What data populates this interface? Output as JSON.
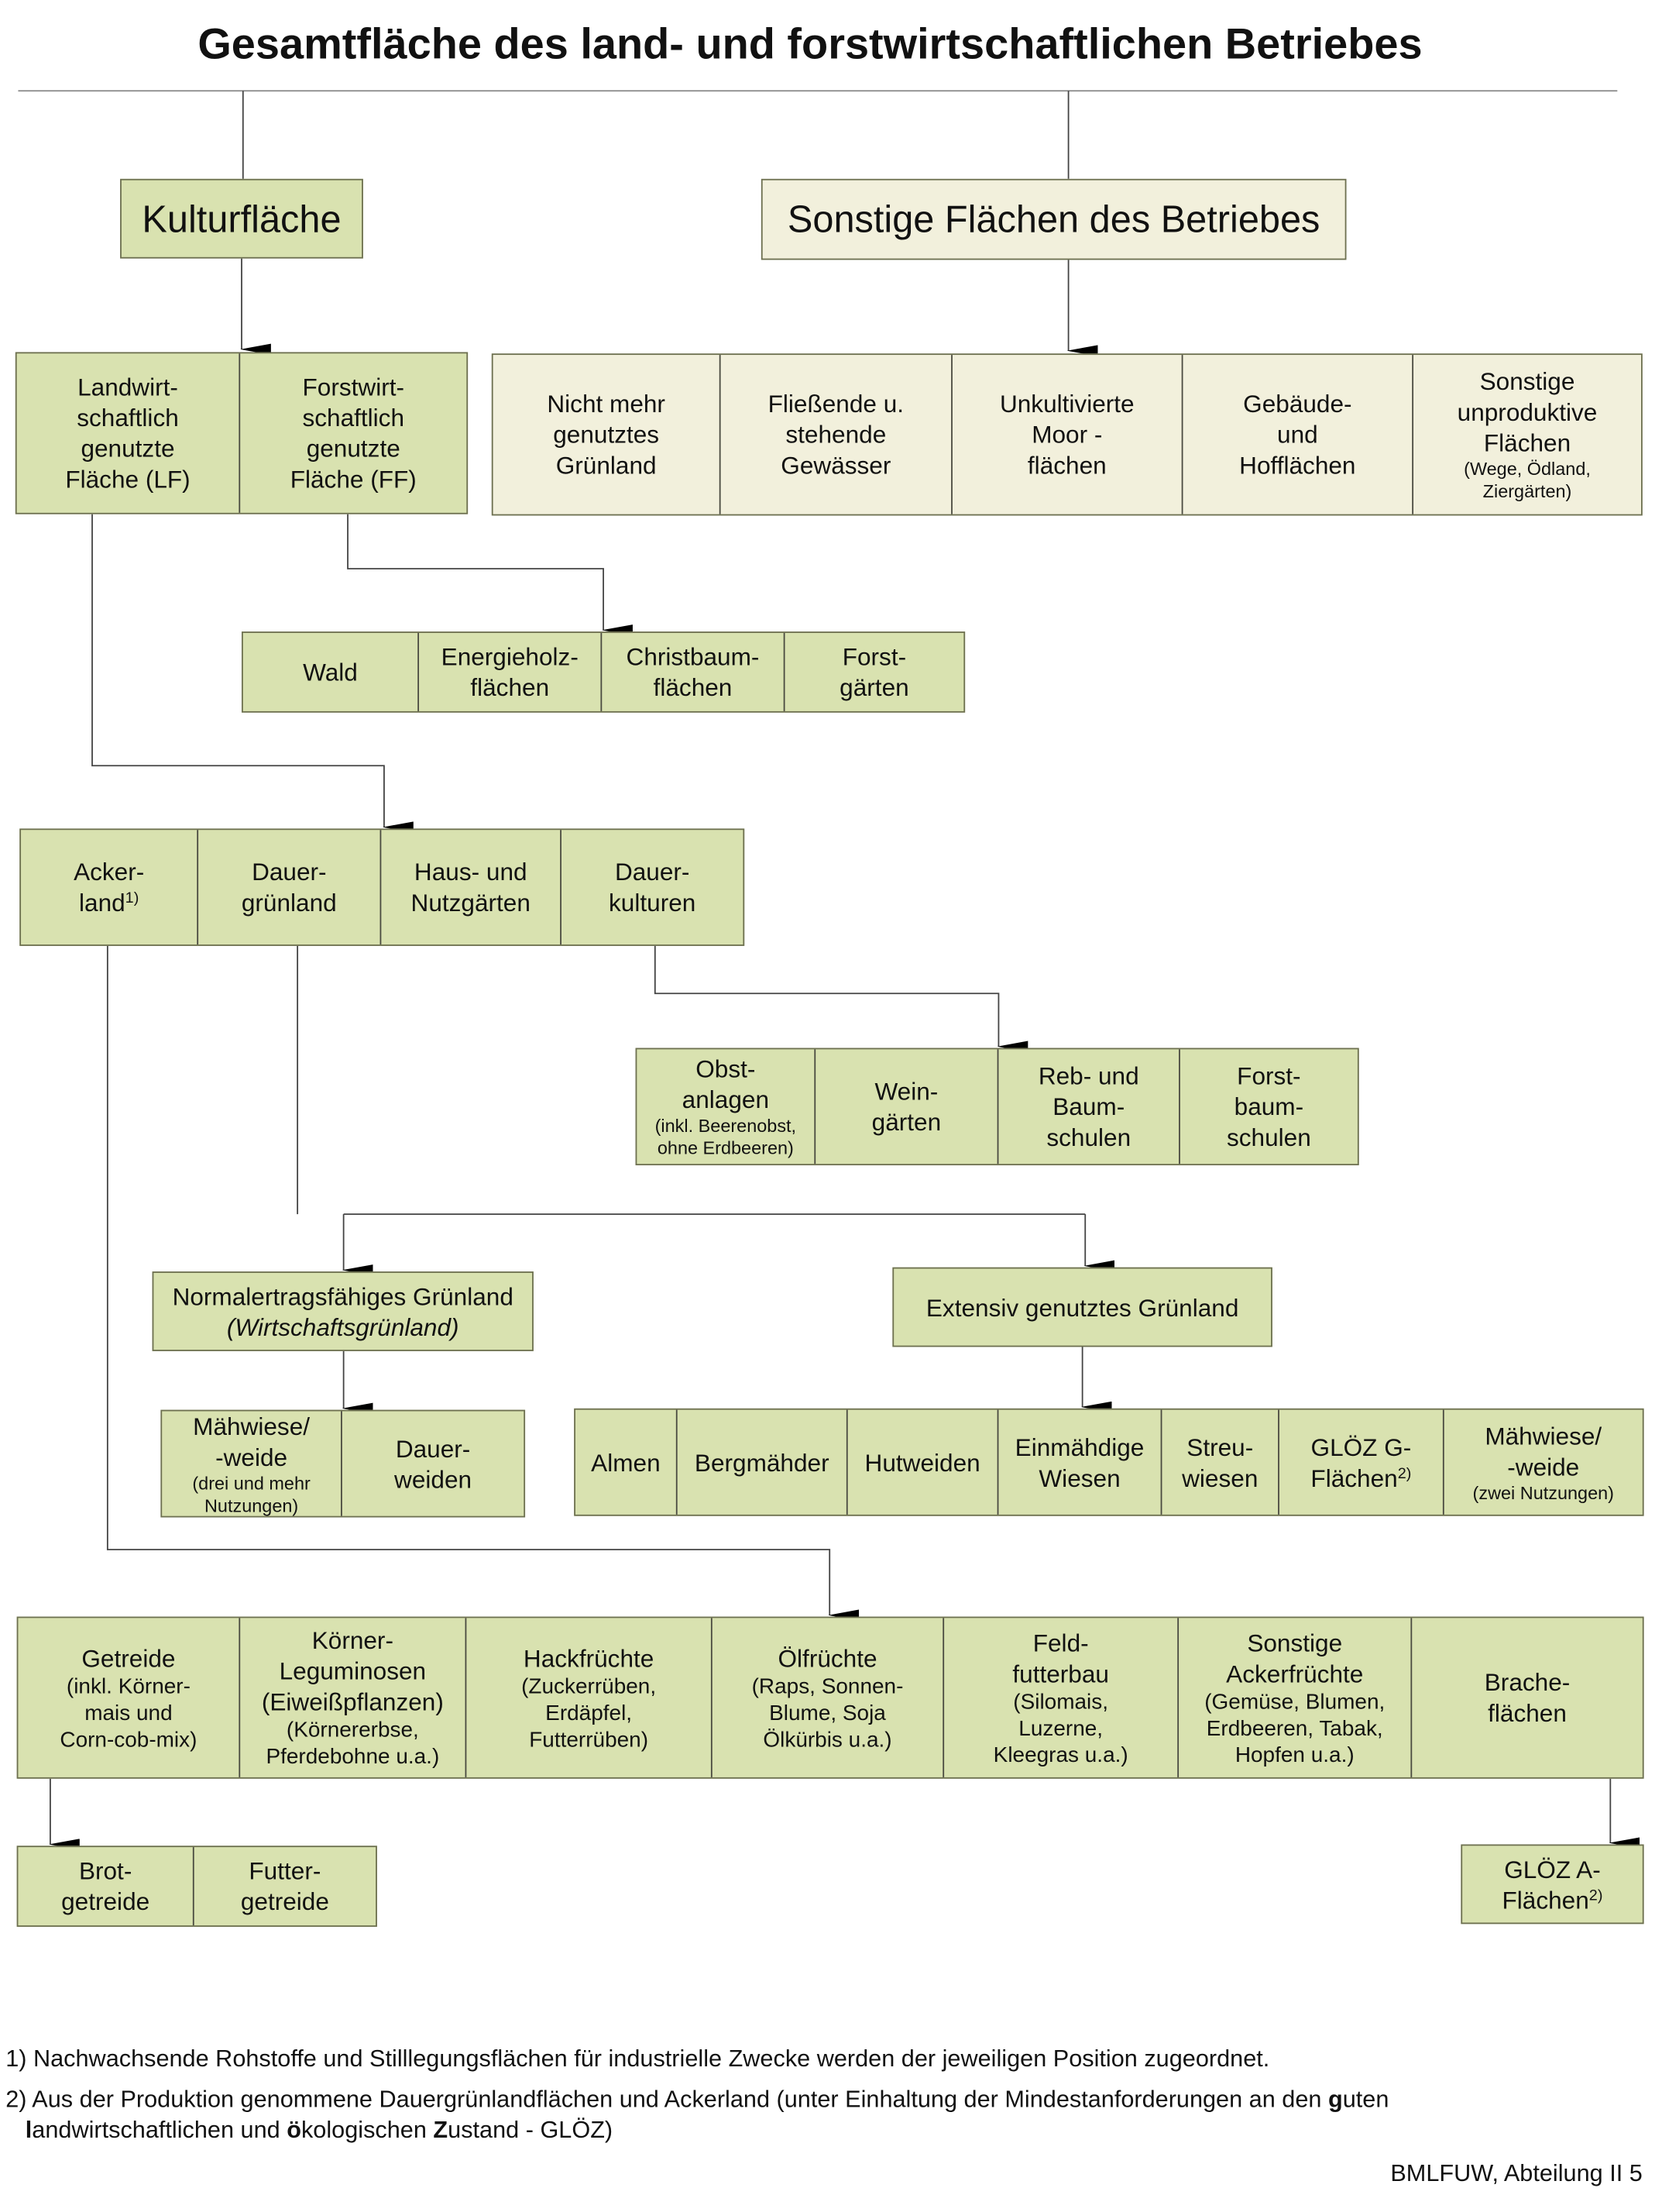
{
  "title": "Gesamtfläche des land- und forstwirtschaftlichen Betriebes",
  "colors": {
    "green": "#d9e2b0",
    "beige": "#f2f0dc",
    "border": "#6d7050"
  },
  "boxes": {
    "kultur": [
      {
        "lines": [
          "Kulturfläche"
        ]
      }
    ],
    "sonstige_betrieb": [
      {
        "lines": [
          "Sonstige Flächen des Betriebes"
        ]
      }
    ],
    "lf_ff": [
      {
        "lines": [
          "Landwirt-",
          "schaftlich",
          "genutzte",
          "Fläche (LF)"
        ]
      },
      {
        "lines": [
          "Forstwirt-",
          "schaftlich",
          "genutzte",
          "Fläche (FF)"
        ]
      }
    ],
    "sonstige_cells": [
      {
        "lines": [
          "Nicht mehr",
          "genutztes",
          "Grünland"
        ]
      },
      {
        "lines": [
          "Fließende u.",
          "stehende",
          "Gewässer"
        ]
      },
      {
        "lines": [
          "Unkultivierte",
          "Moor  -",
          "flächen"
        ]
      },
      {
        "lines": [
          "Gebäude-",
          "und",
          "Hofflächen"
        ]
      },
      {
        "lines": [
          "Sonstige",
          "unproduktive",
          "Flächen"
        ],
        "small": [
          "(Wege, Ödland,",
          "Ziergärten)"
        ]
      }
    ],
    "forst": [
      {
        "lines": [
          "Wald"
        ]
      },
      {
        "lines": [
          "Energieholz-",
          "flächen"
        ]
      },
      {
        "lines": [
          "Christbaum-",
          "flächen"
        ]
      },
      {
        "lines": [
          "Forst-",
          "gärten"
        ]
      }
    ],
    "lf_types": [
      {
        "lines": [
          "Acker-",
          "land"
        ],
        "sup": "1)"
      },
      {
        "lines": [
          "Dauer-",
          "grünland"
        ]
      },
      {
        "lines": [
          "Haus- und",
          "Nutzgärten"
        ]
      },
      {
        "lines": [
          "Dauer-",
          "kulturen"
        ]
      }
    ],
    "dauerkulturen": [
      {
        "lines": [
          "Obst-",
          "anlagen"
        ],
        "small": [
          "(inkl. Beerenobst,",
          "ohne Erdbeeren)"
        ]
      },
      {
        "lines": [
          "Wein-",
          "gärten"
        ]
      },
      {
        "lines": [
          "Reb- und",
          "Baum-",
          "schulen"
        ]
      },
      {
        "lines": [
          "Forst-",
          "baum-",
          "schulen"
        ]
      }
    ],
    "normal": [
      {
        "lines": [
          "Normalertragsfähiges Grünland"
        ],
        "italic": [
          "(Wirtschaftsgrünland)"
        ]
      }
    ],
    "extensiv": [
      {
        "lines": [
          "Extensiv genutztes Grünland"
        ]
      }
    ],
    "normal_types": [
      {
        "lines": [
          "Mähwiese/",
          "-weide"
        ],
        "small": [
          "(drei und mehr",
          "Nutzungen)"
        ]
      },
      {
        "lines": [
          "Dauer-",
          "weiden"
        ]
      }
    ],
    "extensiv_types": [
      {
        "lines": [
          "Almen"
        ]
      },
      {
        "lines": [
          "Bergmähder"
        ]
      },
      {
        "lines": [
          "Hutweiden"
        ]
      },
      {
        "lines": [
          "Einmähdige",
          "Wiesen"
        ]
      },
      {
        "lines": [
          "Streu-",
          "wiesen"
        ]
      },
      {
        "lines": [
          "GLÖZ G-",
          "Flächen"
        ],
        "sup": "2)"
      },
      {
        "lines": [
          "Mähwiese/",
          "-weide"
        ],
        "small": [
          "(zwei Nutzungen)"
        ]
      }
    ],
    "acker_types": [
      {
        "lines": [
          "Getreide"
        ],
        "note": [
          "(inkl. Körner-",
          "mais und",
          "Corn-cob-mix)"
        ]
      },
      {
        "lines": [
          "Körner-",
          "Leguminosen",
          "(Eiweißpflanzen)"
        ],
        "note": [
          "(Körnererbse,",
          "Pferdebohne u.a.)"
        ]
      },
      {
        "lines": [
          "Hackfrüchte"
        ],
        "note": [
          "(Zuckerrüben,",
          "Erdäpfel,",
          "Futterrüben)"
        ]
      },
      {
        "lines": [
          "Ölfrüchte"
        ],
        "note": [
          "(Raps, Sonnen-",
          "Blume, Soja",
          "Ölkürbis u.a.)"
        ]
      },
      {
        "lines": [
          "Feld-",
          "futterbau"
        ],
        "note": [
          "(Silomais,",
          "Luzerne,",
          "Kleegras u.a.)"
        ]
      },
      {
        "lines": [
          "Sonstige",
          "Ackerfrüchte"
        ],
        "note": [
          "(Gemüse, Blumen,",
          "Erdbeeren, Tabak,",
          "Hopfen u.a.)"
        ]
      },
      {
        "lines": [
          "Brache-",
          "flächen"
        ]
      }
    ],
    "getreide_types": [
      {
        "lines": [
          "Brot-",
          "getreide"
        ]
      },
      {
        "lines": [
          "Futter-",
          "getreide"
        ]
      }
    ],
    "gloez_a": [
      {
        "lines": [
          "GLÖZ A-",
          "Flächen"
        ],
        "sup": "2)"
      }
    ]
  },
  "footnotes": [
    [
      {
        "t": "1) Nachwachsende Rohstoffe und Stilllegungsflächen für industrielle Zwecke werden der jeweiligen Position zugeordnet."
      }
    ],
    [
      {
        "t": "2) Aus der Produktion genommene Dauergrünlandflächen und Ackerland (unter Einhaltung der Mindestanforderungen an den "
      },
      {
        "t": "g",
        "b": true
      },
      {
        "t": "uten"
      }
    ],
    [
      {
        "t": "   "
      },
      {
        "t": "l",
        "b": true
      },
      {
        "t": "andwirtschaftlichen und "
      },
      {
        "t": "ö",
        "b": true
      },
      {
        "t": "kologischen "
      },
      {
        "t": "Z",
        "b": true
      },
      {
        "t": "ustand - GLÖZ)"
      }
    ]
  ],
  "source": "BMLFUW, Abteilung II 5"
}
